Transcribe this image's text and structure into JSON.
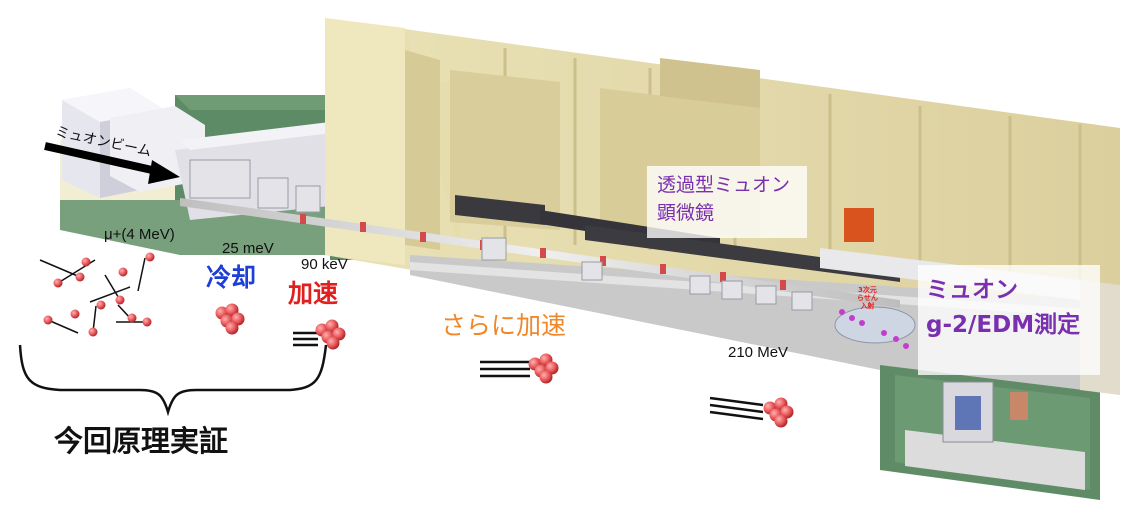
{
  "labels": {
    "beam": "ミュオンビーム",
    "energy_initial": "μ+(4 MeV)",
    "energy_cool": "25 meV",
    "energy_accel": "90 keV",
    "stage_cool": "冷却",
    "stage_accel": "加速",
    "stage_more": "さらに加速",
    "energy_final": "210 MeV",
    "microscope_line1": "透過型ミュオン",
    "microscope_line2": "顕微鏡",
    "experiment_line1": "ミュオン",
    "experiment_line2": "g-2/EDM測定",
    "injection_line1": "3次元",
    "injection_line2": "らせん",
    "injection_line3": "入射",
    "demo": "今回原理実証"
  },
  "colors": {
    "cool": "#1d3fd6",
    "accel": "#e01f1f",
    "more_accel": "#f0872b",
    "facility_label": "#7a2fb0",
    "particle": "#e8585a",
    "wall": "#e2d9ab",
    "floor": "#5e8a64"
  },
  "icons": [
    "arrow-right-icon",
    "muon-particle-icon",
    "muon-cluster-icon"
  ]
}
